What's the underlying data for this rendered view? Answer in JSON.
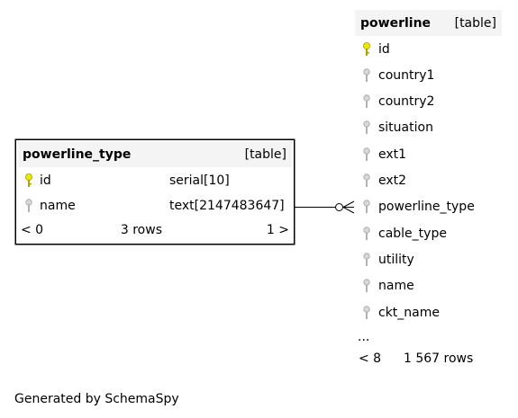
{
  "powerline_type": {
    "name": "powerline_type",
    "tag": "[table]",
    "columns": [
      {
        "name": "id",
        "type": "serial[10]",
        "icon": "primary-key-icon"
      },
      {
        "name": "name",
        "type": "text[2147483647]",
        "icon": "column-icon"
      }
    ],
    "footer": {
      "left": "< 0",
      "rows": "3 rows",
      "right": "1 >"
    }
  },
  "powerline": {
    "name": "powerline",
    "tag": "[table]",
    "columns": [
      {
        "name": "id",
        "icon": "primary-key-icon"
      },
      {
        "name": "country1",
        "icon": "column-icon"
      },
      {
        "name": "country2",
        "icon": "column-icon"
      },
      {
        "name": "situation",
        "icon": "column-icon"
      },
      {
        "name": "ext1",
        "icon": "column-icon"
      },
      {
        "name": "ext2",
        "icon": "column-icon"
      },
      {
        "name": "powerline_type",
        "icon": "column-icon"
      },
      {
        "name": "cable_type",
        "icon": "column-icon"
      },
      {
        "name": "utility",
        "icon": "column-icon"
      },
      {
        "name": "name",
        "icon": "column-icon"
      },
      {
        "name": "ckt_name",
        "icon": "column-icon"
      }
    ],
    "more": "...",
    "footer": {
      "left": "< 8",
      "rows": "1 567 rows",
      "right": ""
    }
  },
  "generated_by": "Generated by SchemaSpy",
  "colors": {
    "primary_key": "#e8e800",
    "column_key": "#aaaaaa",
    "header_bg": "#f4f4f4"
  }
}
